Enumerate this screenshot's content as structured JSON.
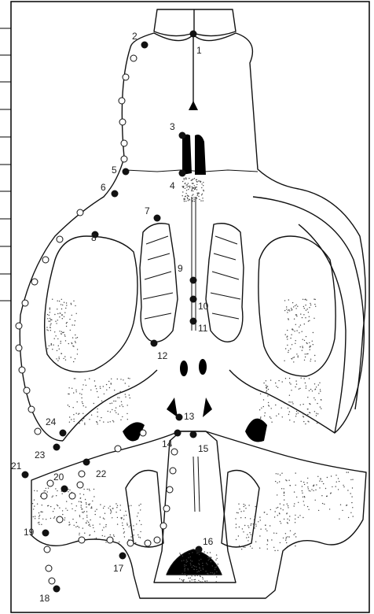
{
  "figure": {
    "description_kind": "rodent skull ventral view with numbered landmarks",
    "stroke_color": "#111111",
    "fill_dark": "#000000",
    "landmark_fill": "#111111",
    "semilandmark_fill": "#ffffff"
  },
  "landmarks": [
    {
      "id": "1",
      "label": "1"
    },
    {
      "id": "2",
      "label": "2"
    },
    {
      "id": "3",
      "label": "3"
    },
    {
      "id": "4",
      "label": "4"
    },
    {
      "id": "5",
      "label": "5"
    },
    {
      "id": "6",
      "label": "6"
    },
    {
      "id": "7",
      "label": "7"
    },
    {
      "id": "8",
      "label": "8"
    },
    {
      "id": "9",
      "label": "9"
    },
    {
      "id": "10",
      "label": "10"
    },
    {
      "id": "11",
      "label": "11"
    },
    {
      "id": "12",
      "label": "12"
    },
    {
      "id": "13",
      "label": "13"
    },
    {
      "id": "14",
      "label": "14"
    },
    {
      "id": "15",
      "label": "15"
    },
    {
      "id": "16",
      "label": "16"
    },
    {
      "id": "17",
      "label": "17"
    },
    {
      "id": "18",
      "label": "18"
    },
    {
      "id": "19",
      "label": "19"
    },
    {
      "id": "20",
      "label": "20"
    },
    {
      "id": "21",
      "label": "21"
    },
    {
      "id": "22",
      "label": "22"
    },
    {
      "id": "23",
      "label": "23"
    },
    {
      "id": "24",
      "label": "24"
    }
  ]
}
